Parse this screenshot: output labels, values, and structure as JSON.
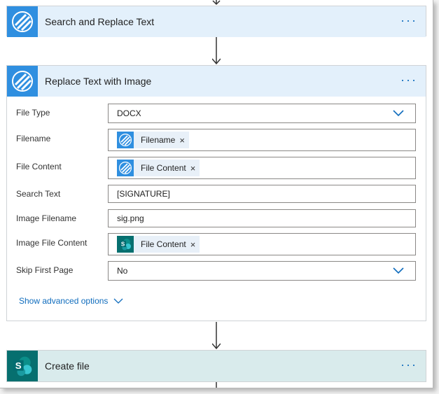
{
  "cards": {
    "search_replace": {
      "title": "Search and Replace Text",
      "more": "···"
    },
    "replace_image": {
      "title": "Replace Text with Image",
      "more": "···"
    },
    "create_file": {
      "title": "Create file",
      "more": "···"
    }
  },
  "fields": {
    "file_type": {
      "label": "File Type",
      "value": "DOCX"
    },
    "filename": {
      "label": "Filename",
      "chip": "Filename"
    },
    "file_content": {
      "label": "File Content",
      "chip": "File Content"
    },
    "search_text": {
      "label": "Search Text",
      "value": "[SIGNATURE]"
    },
    "image_filename": {
      "label": "Image Filename",
      "value": "sig.png"
    },
    "image_file_content": {
      "label": "Image File Content",
      "chip": "File Content"
    },
    "skip_first_page": {
      "label": "Skip First Page",
      "value": "No"
    }
  },
  "advanced": {
    "label": "Show advanced options"
  },
  "chip_remove": "×",
  "sharepoint_letter": "S",
  "colors": {
    "accent": "#0f6cbd",
    "logo_blue": "#2f8fe0",
    "logo_teal": "#066f6f"
  }
}
